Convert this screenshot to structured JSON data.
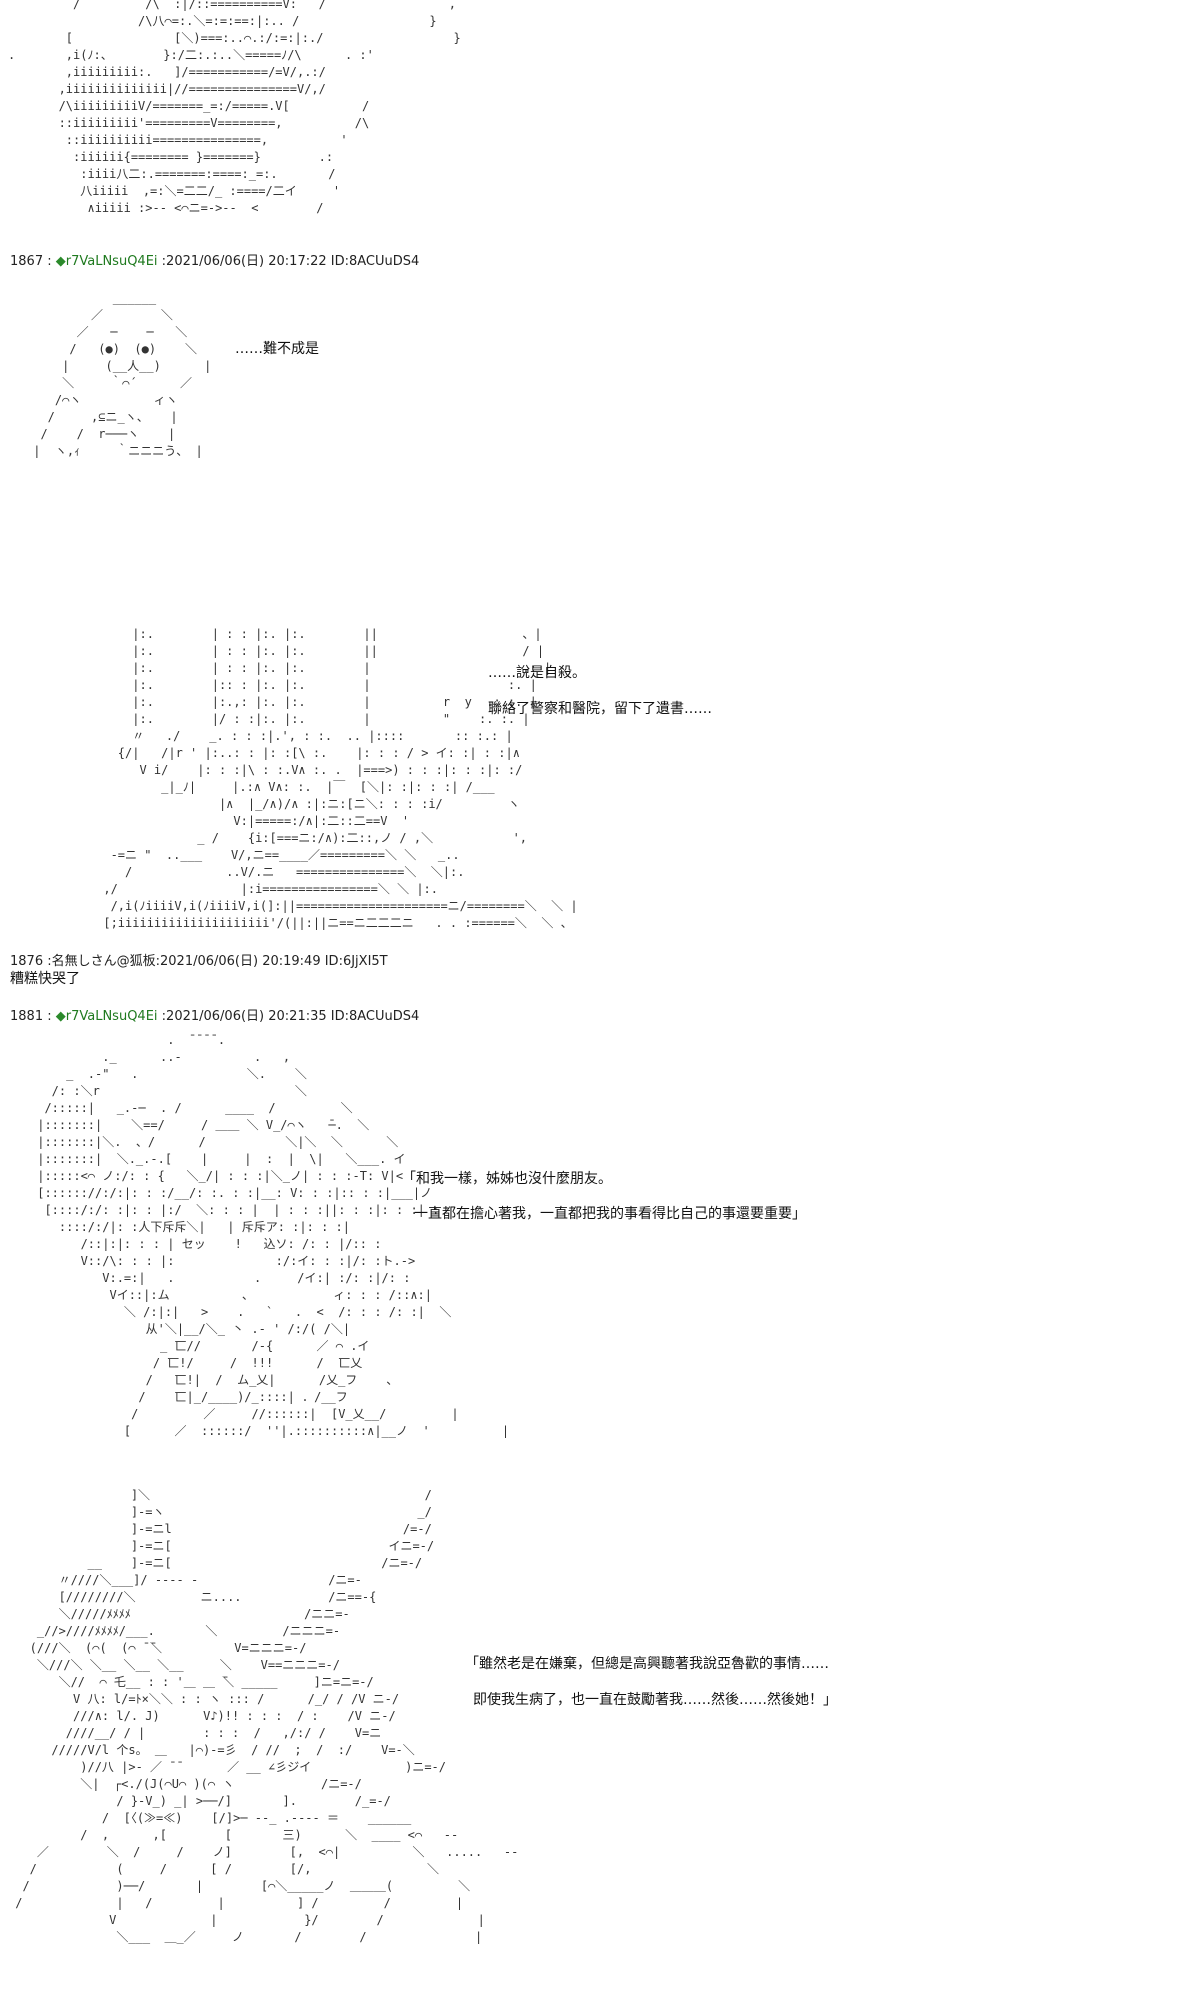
{
  "posts": [
    {
      "number": "1867",
      "sep": " : ",
      "trip_mark": "◆",
      "trip": "r7VaLNsuQ4Ei",
      "meta": " :2021/06/06(日) 20:17:22 ID:8ACUuDS4",
      "lines": [
        "……難不成是"
      ]
    },
    {
      "lines": [
        "……說是自殺。",
        "聯絡了警察和醫院，留下了遺書……"
      ]
    },
    {
      "number": "1876",
      "sep": " :",
      "name": "名無しさん@狐板",
      "meta": ":2021/06/06(日) 20:19:49 ID:6JjXI5T",
      "reply": "糟糕快哭了"
    },
    {
      "number": "1881",
      "sep": " : ",
      "trip_mark": "◆",
      "trip": "r7VaLNsuQ4Ei",
      "meta": " :2021/06/06(日) 20:21:35 ID:8ACUuDS4",
      "lines": [
        "「和我一樣，姊姊也沒什麼朋友。",
        "一直都在擔心著我，一直都把我的事看得比自己的事還要重要」"
      ]
    },
    {
      "lines": [
        "「雖然老是在嫌棄，但總是高興聽著我說亞魯歡的事情……",
        "即使我生病了，也一直在鼓勵著我……然後……然後她！」"
      ]
    }
  ]
}
